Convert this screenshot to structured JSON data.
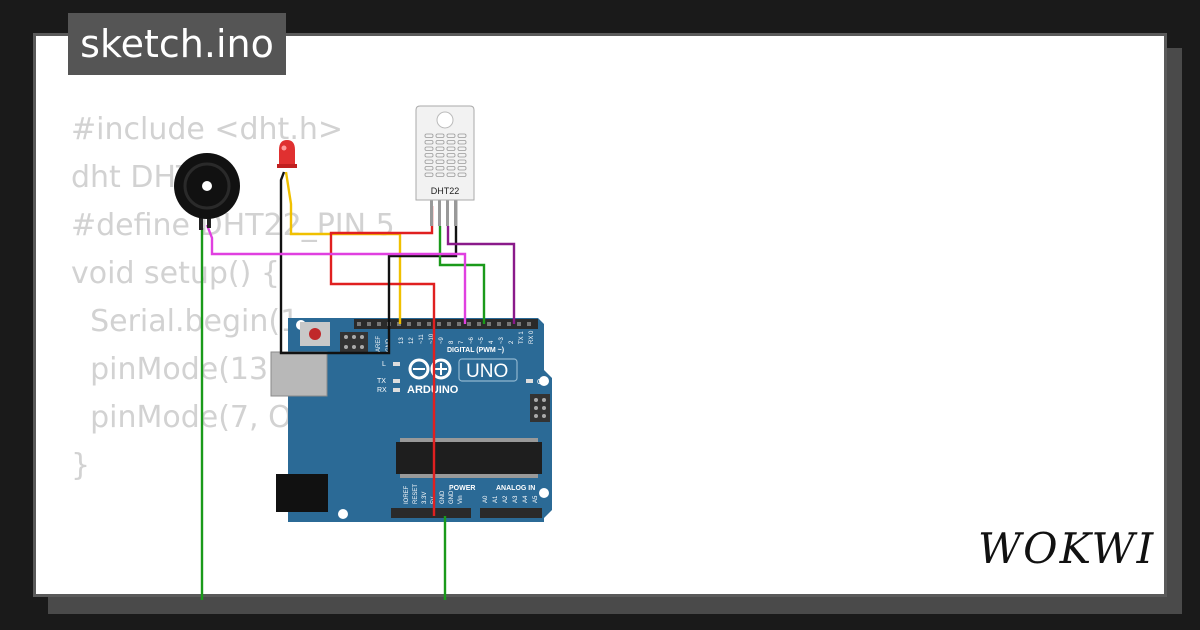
{
  "title": "sketch.ino",
  "brand": "WOKWI",
  "code_lines": [
    "#include <dht.h>",
    "",
    "dht DHT;",
    "",
    "#define DHT22_PIN 5",
    "",
    "void setup() {",
    "  Serial.begin(1",
    "  pinMode(13,",
    "  pinMode(7, OUTPUT);",
    "}"
  ],
  "sensor": {
    "label": "DHT22"
  },
  "board": {
    "name": "UNO",
    "brand": "ARDUINO",
    "digital_label": "DIGITAL (PWM ~)",
    "power_label": "POWER",
    "analog_label": "ANALOG IN",
    "on_label": "ON",
    "l_label": "L",
    "tx_label": "TX",
    "rx_label": "RX",
    "gnd_label": "GND",
    "aref_label": "AREF",
    "digital_pins": [
      "13",
      "12",
      "~11",
      "~10",
      "~9",
      "8",
      "7",
      "~6",
      "~5",
      "4",
      "~3",
      "2",
      "TX 1",
      "RX 0"
    ],
    "power_pins": [
      "IOREF",
      "RESET",
      "3.3V",
      "5V",
      "GND",
      "GND",
      "Vin"
    ],
    "analog_pins": [
      "A0",
      "A1",
      "A2",
      "A3",
      "A4",
      "A5"
    ]
  },
  "colors": {
    "background": "#1a1a1a",
    "card": "#ffffff",
    "board": "#2b6a96",
    "wire_red": "#e02020",
    "wire_yellow": "#f0c000",
    "wire_black": "#111111",
    "wire_green": "#1a9a1a",
    "wire_magenta": "#e040e0",
    "wire_purple": "#8a1a8a"
  }
}
